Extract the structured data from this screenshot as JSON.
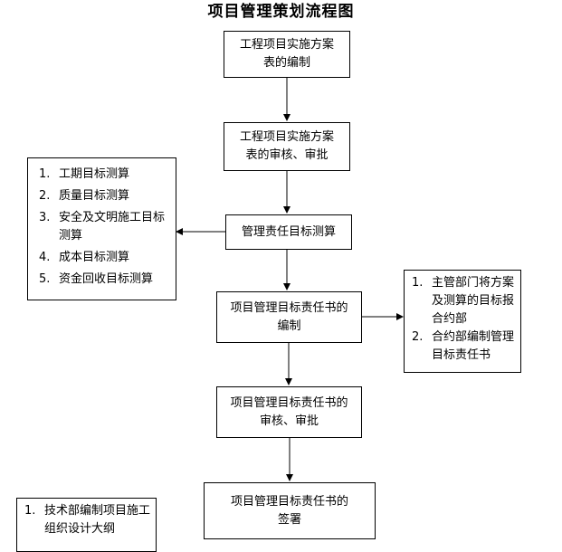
{
  "title": "项目管理策划流程图",
  "boxes": [
    {
      "text": "工程项目实施方案表的编制"
    },
    {
      "text": "工程项目实施方案表的审核、审批"
    },
    {
      "text": "管理责任目标测算"
    },
    {
      "text": "项目管理目标责任书的编制"
    },
    {
      "text": "项目管理目标责任书的审核、审批"
    },
    {
      "text": "项目管理目标责任书的签署"
    }
  ],
  "box_lines": [
    [
      "工程项目实施方案",
      "表的编制"
    ],
    [
      "工程项目实施方案",
      "表的审核、审批"
    ],
    [
      "管理责任目标测算"
    ],
    [
      "项目管理目标责任书的",
      "编制"
    ],
    [
      "项目管理目标责任书的",
      "审核、审批"
    ],
    [
      "项目管理目标责任书的",
      "签署"
    ]
  ],
  "left_list": [
    {
      "num": "1.",
      "text": "工期目标测算"
    },
    {
      "num": "2.",
      "text": "质量目标测算"
    },
    {
      "num": "3.",
      "text": "安全及文明施工目标测算"
    },
    {
      "num": "4.",
      "text": "成本目标测算"
    },
    {
      "num": "5.",
      "text": "资金回收目标测算"
    }
  ],
  "right_list": [
    {
      "num": "1.",
      "text": "主管部门将方案及测算的目标报合约部"
    },
    {
      "num": "2.",
      "text": "合约部编制管理目标责任书"
    }
  ],
  "bottom_list": [
    {
      "num": "1.",
      "text": "技术部编制项目施工组织设计大纲"
    }
  ]
}
